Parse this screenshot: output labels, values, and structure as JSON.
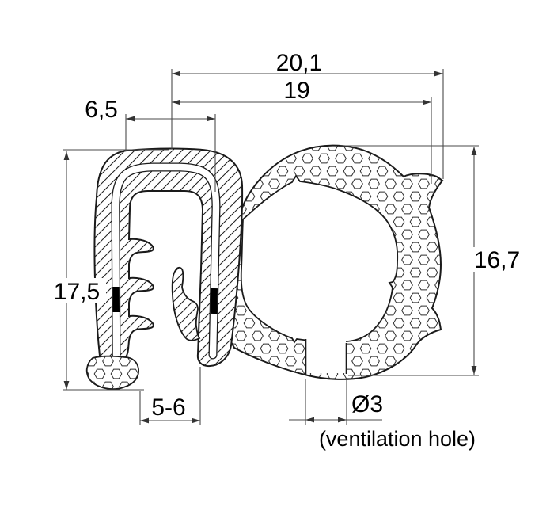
{
  "drawing": {
    "type": "technical cross-section of edge trim seal with sponge bulb",
    "colors": {
      "background": "#ffffff",
      "outline": "#1a1a1a",
      "dimension_line": "#4a4a4a",
      "carrier_mark": "#000000"
    },
    "labels": {
      "overall_width": "20,1",
      "bulb_width": "19",
      "channel_width": "6,5",
      "overall_height": "17,5",
      "bulb_height": "16,7",
      "grip_range": "5-6",
      "vent_diameter": "Ø3",
      "vent_note": "(ventilation hole)"
    }
  }
}
